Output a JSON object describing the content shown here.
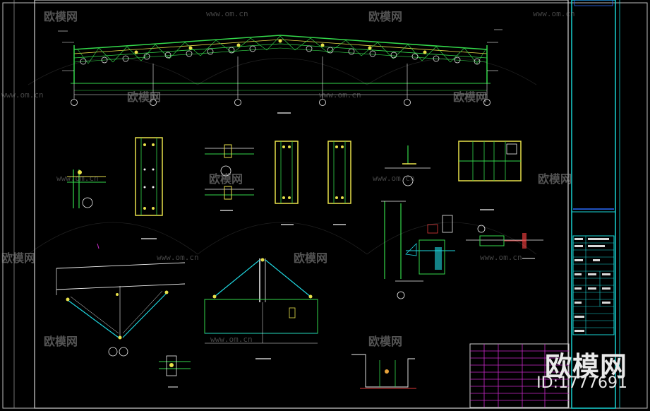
{
  "watermark": {
    "brand": "欧模网",
    "url": "www.om.cn"
  },
  "overlay": {
    "brand": "欧模网",
    "id_text": "ID:1777691"
  },
  "colors": {
    "frame": "#bdbdbd",
    "title_block": "#19d3d3",
    "green": "#34d94b",
    "yellow": "#e8e14a",
    "white": "#f2f2f2",
    "cyan": "#1fd7e0",
    "magenta": "#c829c8",
    "red": "#e03a3a",
    "orange": "#e7a23b"
  }
}
